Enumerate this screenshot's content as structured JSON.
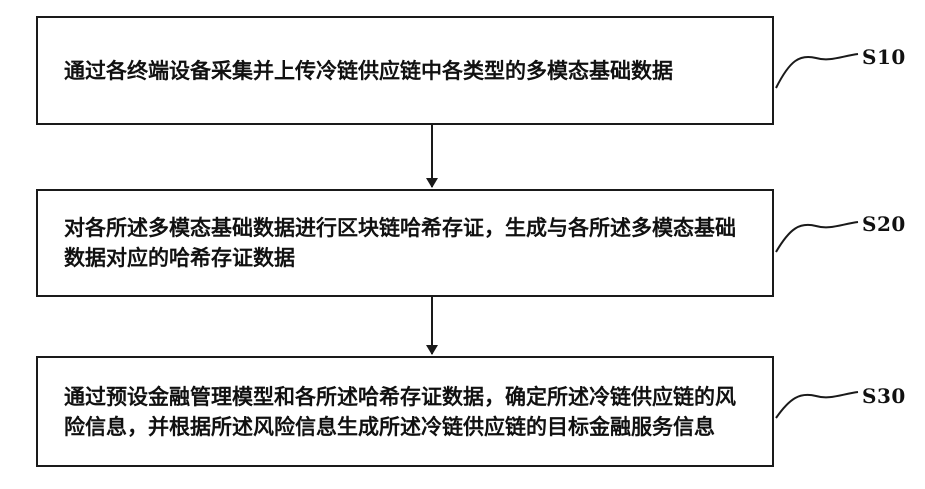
{
  "flowchart": {
    "steps": [
      {
        "id": "S10",
        "label": "S10",
        "text": "通过各终端设备采集并上传冷链供应链中各类型的多模态基础数据"
      },
      {
        "id": "S20",
        "label": "S20",
        "text": "对各所述多模态基础数据进行区块链哈希存证，生成与各所述多模态基础数据对应的哈希存证数据"
      },
      {
        "id": "S30",
        "label": "S30",
        "text": "通过预设金融管理模型和各所述哈希存证数据，确定所述冷链供应链的风险信息，并根据所述风险信息生成所述冷链供应链的目标金融服务信息"
      }
    ]
  }
}
